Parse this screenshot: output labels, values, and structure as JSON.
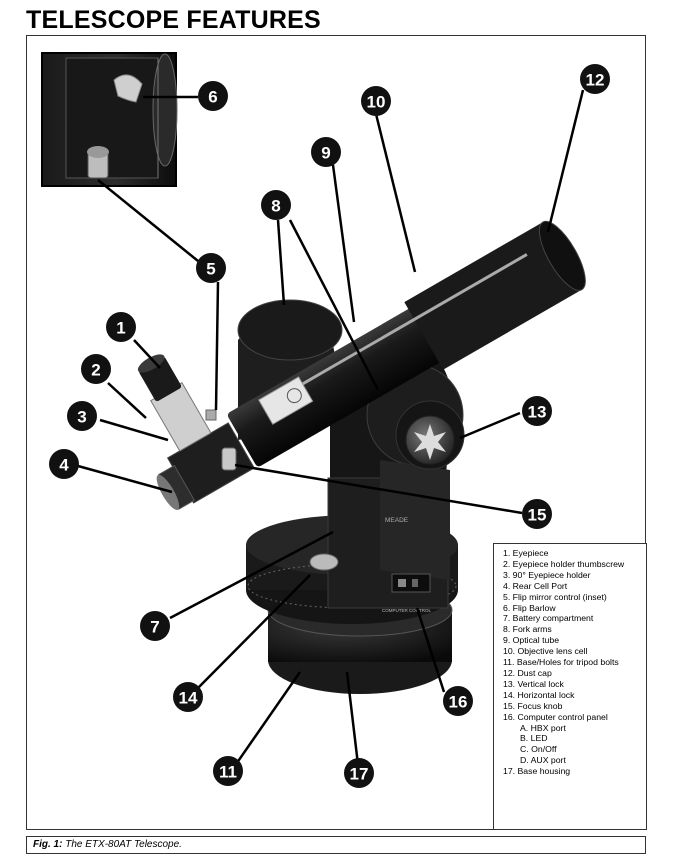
{
  "page": {
    "title": "TELESCOPE FEATURES"
  },
  "photo": {
    "brand_text": "MEADE",
    "panel_text": "COMPUTER CONTROL"
  },
  "callouts": [
    "1",
    "2",
    "3",
    "4",
    "5",
    "6",
    "7",
    "8",
    "9",
    "10",
    "11",
    "12",
    "13",
    "14",
    "15",
    "16",
    "17"
  ],
  "legend": {
    "items": [
      "1. Eyepiece",
      "2. Eyepiece holder thumbscrew",
      "3. 90° Eyepiece holder",
      "4. Rear Cell Port",
      "5. Flip mirror control (inset)",
      "6. Flip Barlow",
      "7. Battery compartment",
      "8. Fork arms",
      "9. Optical tube",
      "10. Objective lens cell",
      "11. Base/Holes for tripod bolts",
      "12. Dust cap",
      "13. Vertical lock",
      "14. Horizontal lock",
      "15. Focus knob",
      "16. Computer control panel"
    ],
    "subitems": [
      "A. HBX port",
      "B. LED",
      "C. On/Off",
      "D. AUX port"
    ],
    "last_item": "17. Base housing"
  },
  "caption": {
    "label": "Fig. 1:",
    "text": " The ETX-80AT Telescope."
  }
}
